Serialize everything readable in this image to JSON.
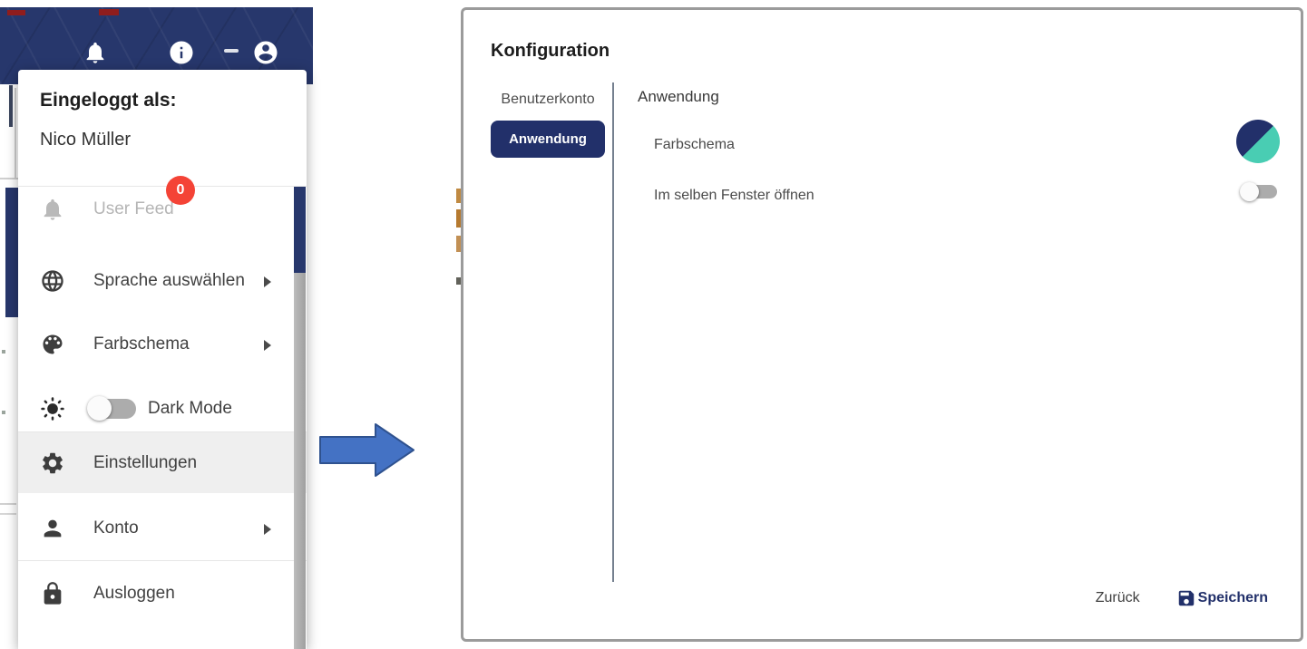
{
  "header": {
    "icons": [
      {
        "name": "bell-icon"
      },
      {
        "name": "info-icon"
      },
      {
        "name": "account-icon"
      }
    ]
  },
  "menu": {
    "logged_in_label": "Eingeloggt als:",
    "user_name": "Nico Müller",
    "items": [
      {
        "label": "User Feed",
        "icon": "bell-icon",
        "badge": "0",
        "state": "disabled"
      },
      {
        "label": "Sprache auswählen",
        "icon": "globe-icon",
        "has_submenu": true
      },
      {
        "label": "Farbschema",
        "icon": "palette-icon",
        "has_submenu": true
      },
      {
        "label": "Dark Mode",
        "icon": "brightness-icon",
        "toggle": "off"
      },
      {
        "label": "Einstellungen",
        "icon": "gear-icon",
        "state": "hovered"
      },
      {
        "label": "Konto",
        "icon": "person-icon",
        "has_submenu": true
      },
      {
        "label": "Ausloggen",
        "icon": "lock-icon"
      }
    ]
  },
  "dialog": {
    "title": "Konfiguration",
    "tabs": [
      {
        "label": "Benutzerkonto",
        "active": false
      },
      {
        "label": "Anwendung",
        "active": true
      }
    ],
    "content": {
      "heading": "Anwendung",
      "settings": [
        {
          "label": "Farbschema",
          "control": "theme-color-circle"
        },
        {
          "label": "Im selben Fenster öffnen",
          "control": "toggle",
          "value": "off"
        }
      ]
    },
    "footer": {
      "back_label": "Zurück",
      "save_label": "Speichern"
    }
  },
  "colors": {
    "navy_header": "#27376C",
    "navy_accent": "#22306A",
    "teal": "#49CDB3",
    "badge_red": "#F44336",
    "arrow_fill": "#4472C4",
    "arrow_stroke": "#2F528F"
  }
}
